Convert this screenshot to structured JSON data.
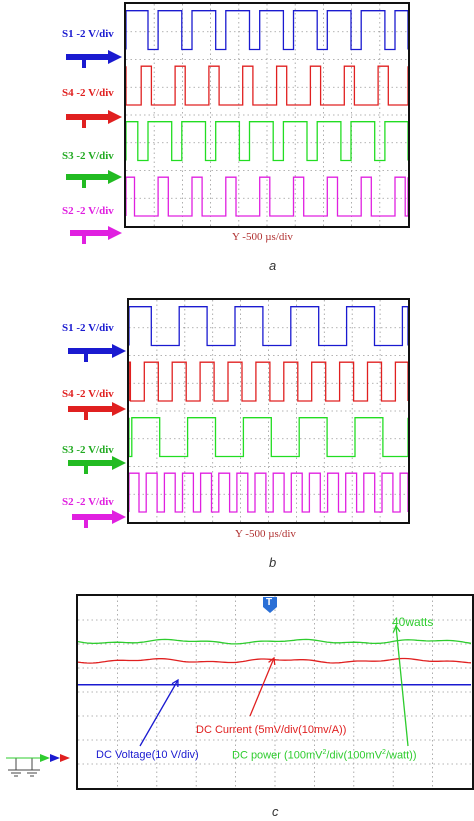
{
  "colors": {
    "s1": "#1a1ad0",
    "s4": "#e02020",
    "s3": "#22dd22",
    "s2": "#e020e0",
    "voltage": "#1a1ad0",
    "current": "#e02020",
    "power": "#2ecc2e",
    "timediv": "#b03030"
  },
  "panel_a": {
    "caption": "a",
    "time_div": "Y -500 µs/div",
    "channels": [
      {
        "key": "s1",
        "label": "S1 -2 V/div"
      },
      {
        "key": "s4",
        "label": "S4 -2 V/div"
      },
      {
        "key": "s3",
        "label": "S3 -2 V/div"
      },
      {
        "key": "s2",
        "label": "S2 -2 V/div"
      }
    ]
  },
  "panel_b": {
    "caption": "b",
    "time_div": "Y -500 µs/div",
    "channels": [
      {
        "key": "s1",
        "label": "S1 -2 V/div"
      },
      {
        "key": "s4",
        "label": "S4 -2 V/div"
      },
      {
        "key": "s3",
        "label": "S3 -2 V/div"
      },
      {
        "key": "s2",
        "label": "S2 -2 V/div"
      }
    ]
  },
  "panel_c": {
    "caption": "c",
    "trigger_marker": "T",
    "power_value": "40watts",
    "current_label": "DC Current (5mV/div(10mv/A))",
    "voltage_label": "DC Voltage(10 V/div)",
    "power_label_pre": "DC power (100mV",
    "power_label_mid": "/div(100mV",
    "power_label_post": "/watt))",
    "power_label_sup": "2"
  },
  "chart_data": [
    {
      "type": "line",
      "panel": "a",
      "x_unit": "div",
      "xlim": [
        0,
        10
      ],
      "series": [
        {
          "name": "S1",
          "kind": "square",
          "period_div": 1.2,
          "duty": 0.7,
          "phase": 0.05
        },
        {
          "name": "S4",
          "kind": "square",
          "period_div": 1.2,
          "duty": 0.3,
          "phase": 0.55
        },
        {
          "name": "S3",
          "kind": "square",
          "period_div": 1.2,
          "duty": 0.7,
          "phase": 0.35
        },
        {
          "name": "S2",
          "kind": "square",
          "period_div": 1.2,
          "duty": 0.3,
          "phase": 0.05
        }
      ]
    },
    {
      "type": "line",
      "panel": "b",
      "x_unit": "div",
      "xlim": [
        0,
        10
      ],
      "series": [
        {
          "name": "S1",
          "kind": "square",
          "period_div": 2.0,
          "duty": 0.5,
          "phase": 0.1
        },
        {
          "name": "S4",
          "kind": "pwm",
          "period_div": 1.0,
          "duty": 0.5,
          "phase": 0.45
        },
        {
          "name": "S3",
          "kind": "square",
          "period_div": 2.0,
          "duty": 0.5,
          "phase": 0.95
        },
        {
          "name": "S2",
          "kind": "pwm",
          "period_div": 0.65,
          "duty": 0.6,
          "phase": 0.05
        }
      ]
    },
    {
      "type": "line",
      "panel": "c",
      "series": [
        {
          "name": "DC power",
          "level_div": 2.8
        },
        {
          "name": "DC Current",
          "level_div": 3.6
        },
        {
          "name": "DC Voltage",
          "level_div": 4.6
        }
      ]
    }
  ]
}
